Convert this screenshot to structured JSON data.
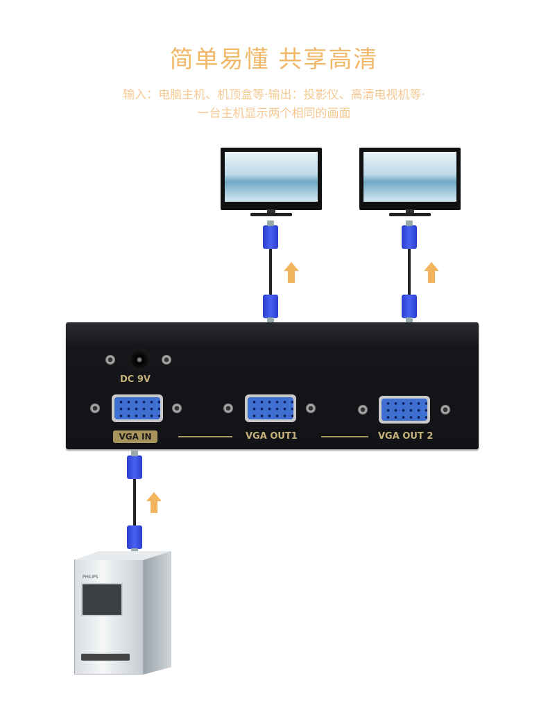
{
  "header": {
    "title": "简单易懂 共享高清",
    "subtitle_line1": "输入：电脑主机、机顶盒等·输出：投影仪、高清电视机等·",
    "subtitle_line2": "一台主机显示两个相同的画面"
  },
  "device": {
    "power_label": "DC 9V",
    "ports": [
      {
        "label": "VGA IN"
      },
      {
        "label": "VGA OUT1"
      },
      {
        "label": "VGA OUT 2"
      }
    ]
  },
  "computer": {
    "brand": "PHILIPS"
  },
  "colors": {
    "title": "#f0b868",
    "arrow": "#f2b45c",
    "connector": "#3a52e0",
    "device": "#15171c"
  }
}
